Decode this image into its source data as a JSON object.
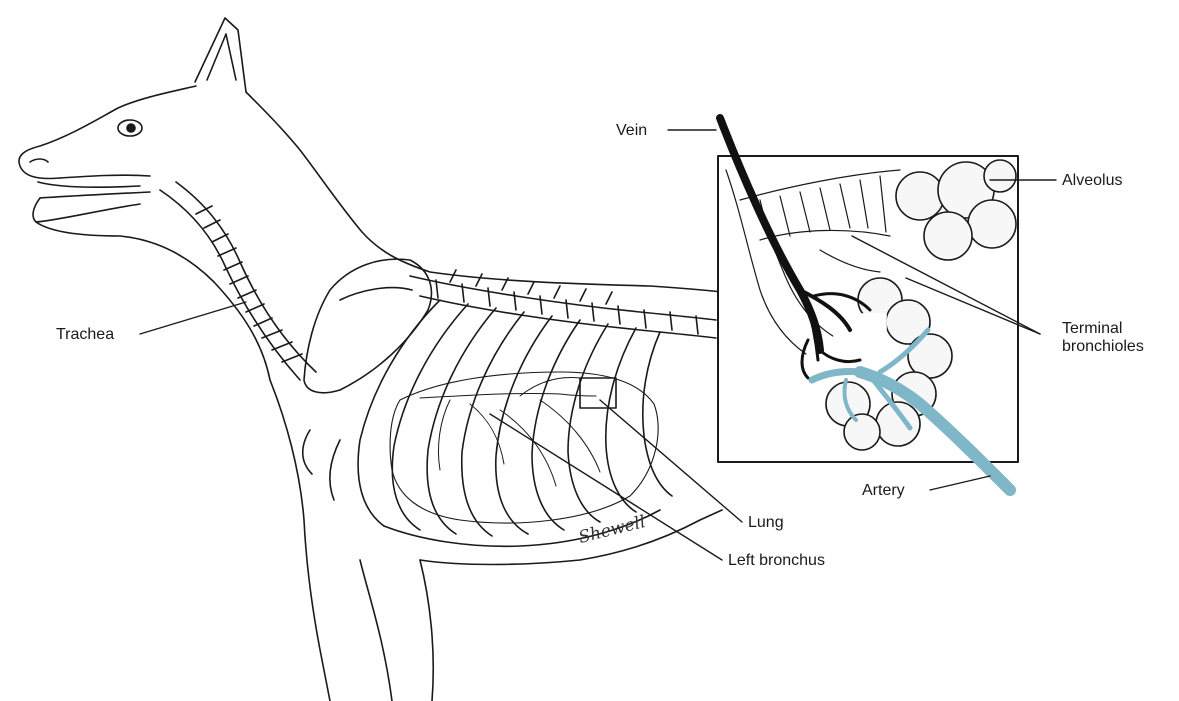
{
  "labels": {
    "vein": "Vein",
    "alveolus": "Alveolus",
    "terminal_line1": "Terminal",
    "terminal_line2": "bronchioles",
    "trachea": "Trachea",
    "artery": "Artery",
    "lung": "Lung",
    "left_bronchus": "Left bronchus"
  },
  "signature": "Shewell",
  "colors": {
    "line": "#1a1a1a",
    "artery": "#7fb7c9",
    "vein": "#111111",
    "alveolus_fill": "#f7f7f7",
    "background": "#ffffff"
  }
}
